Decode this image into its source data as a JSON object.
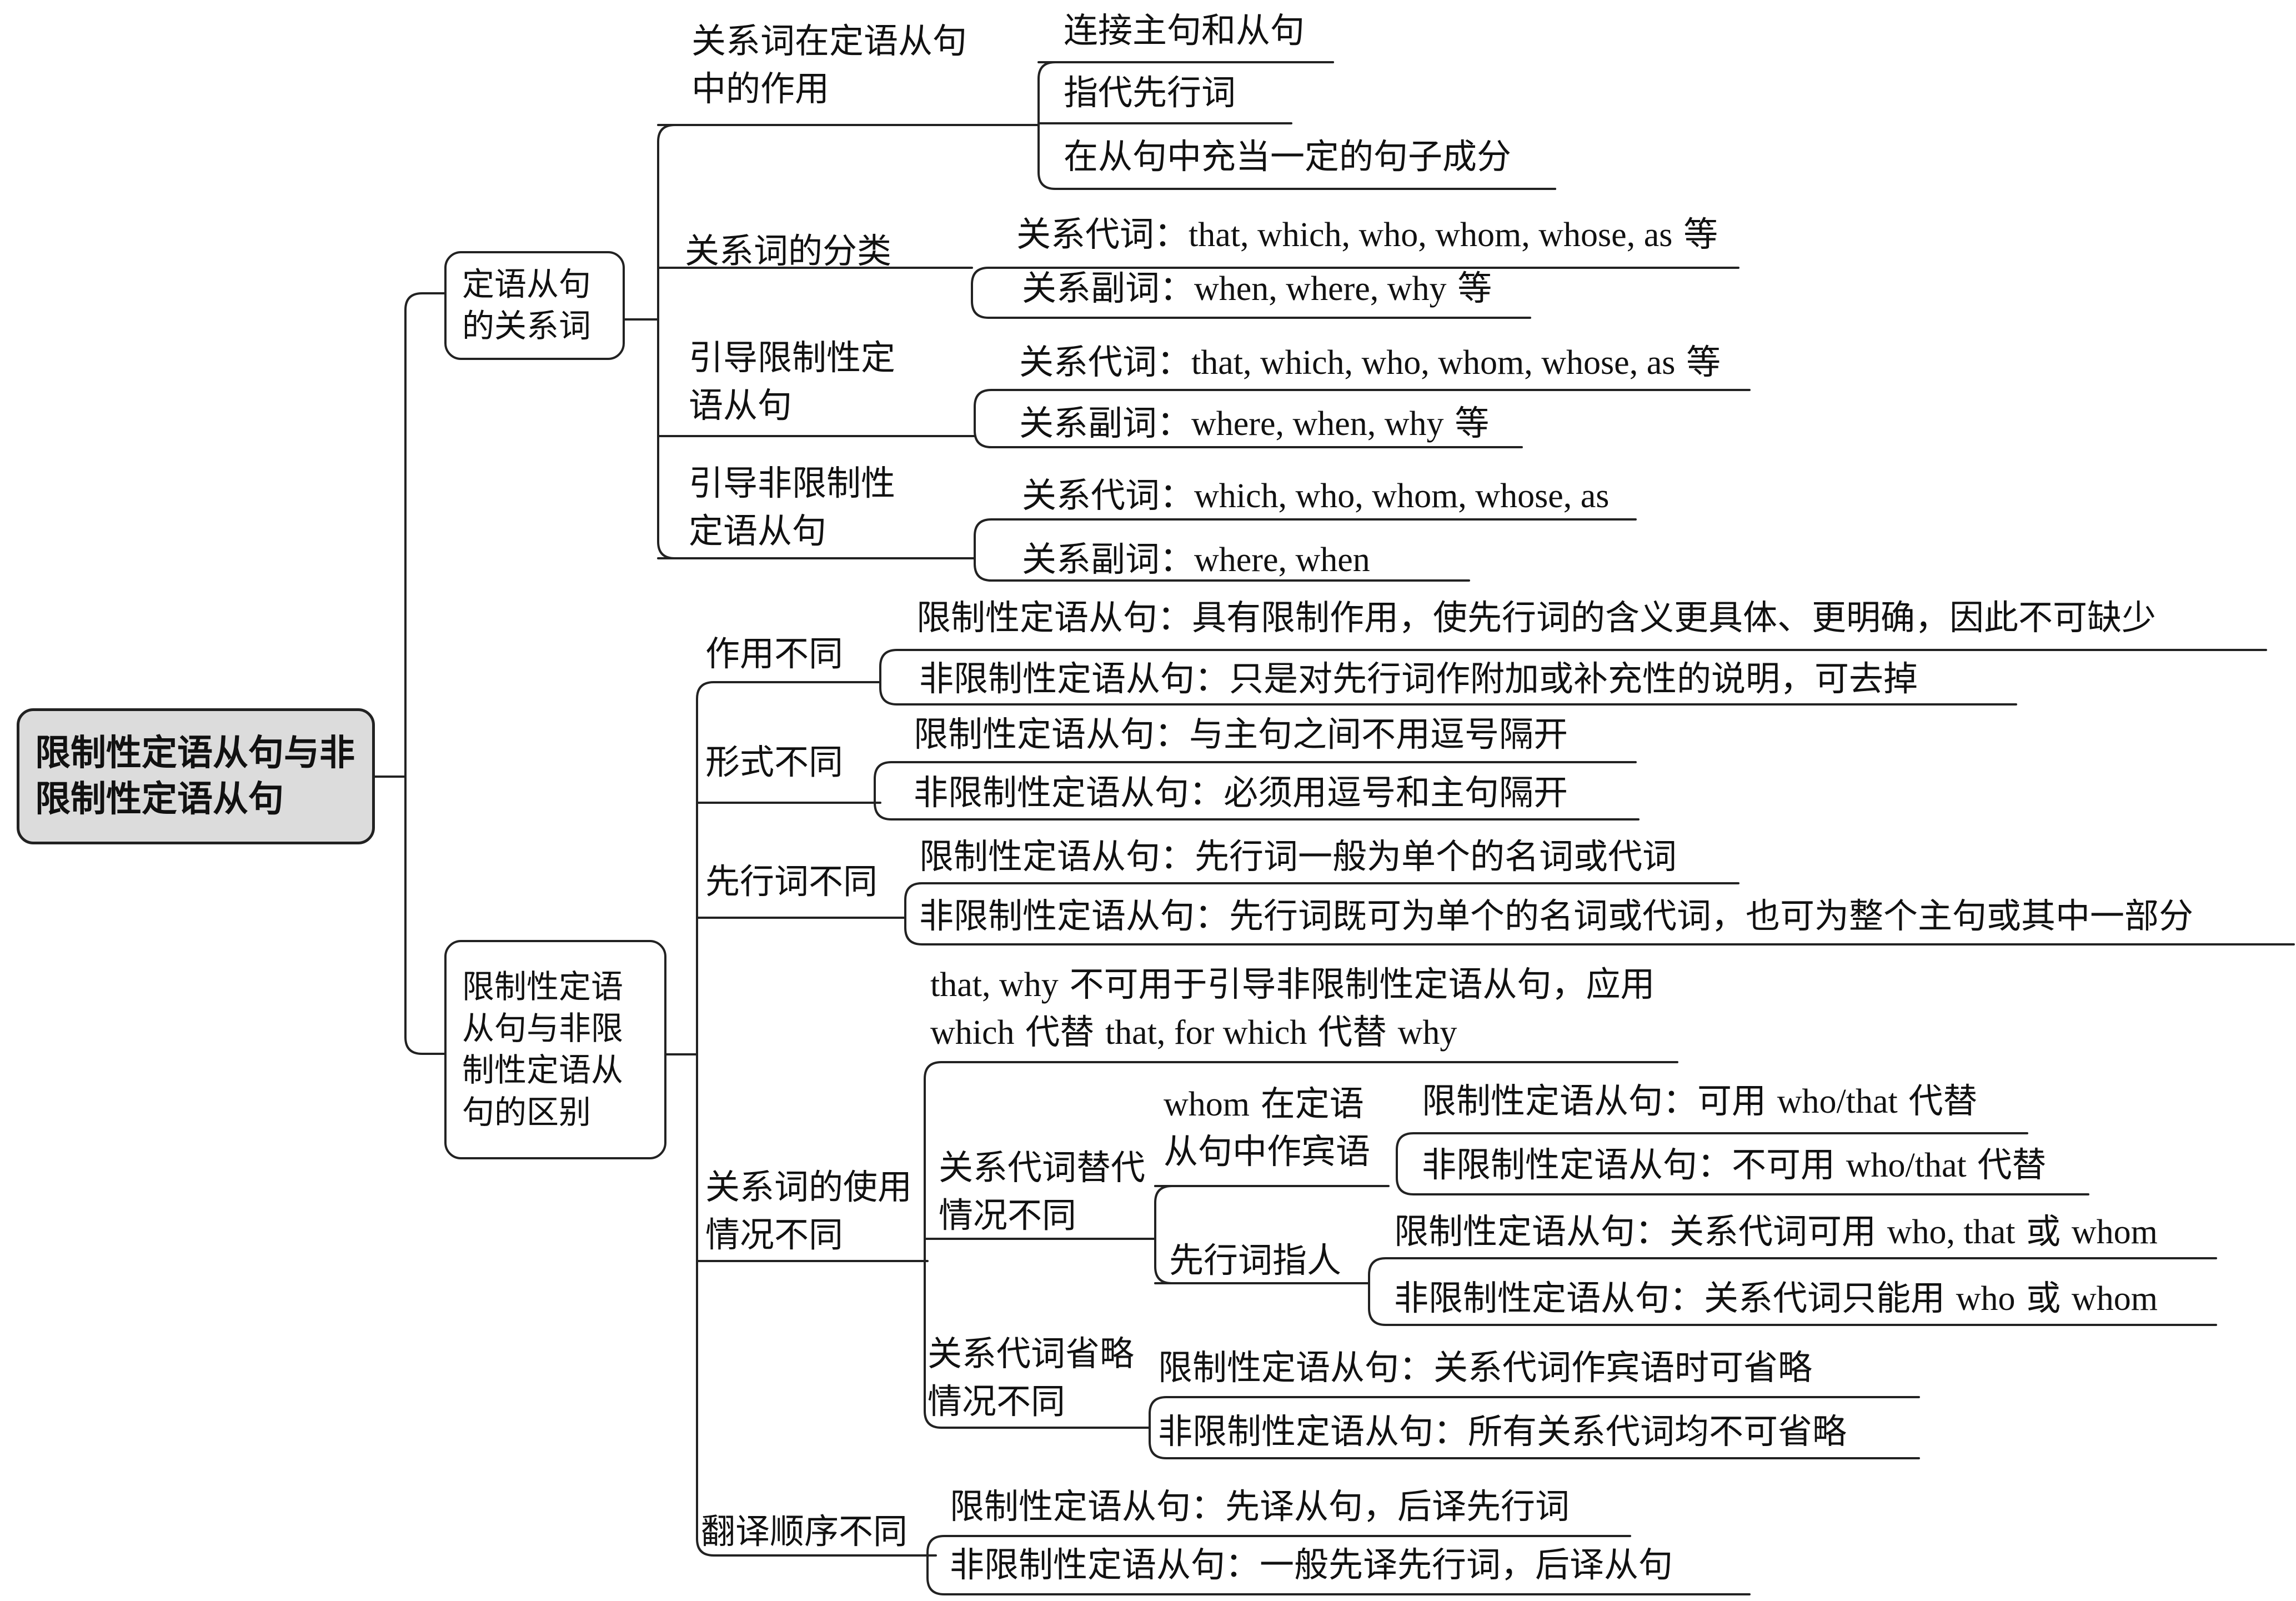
{
  "root": {
    "label": "限制性定语从句与非限制性定语从句"
  },
  "n1": {
    "label": "定语从句的关系词",
    "c1": {
      "label": "关系词在定语从句中的作用",
      "leaves": [
        "连接主句和从句",
        "指代先行词",
        "在从句中充当一定的句子成分"
      ]
    },
    "c2": {
      "label": "关系词的分类",
      "leaves": [
        "关系代词：that, which, who, whom, whose, as 等",
        "关系副词：when, where, why 等"
      ]
    },
    "c3": {
      "label": "引导限制性定语从句",
      "leaves": [
        "关系代词：that, which, who, whom, whose, as 等",
        "关系副词：where, when, why 等"
      ]
    },
    "c4": {
      "label": "引导非限制性定语从句",
      "leaves": [
        "关系代词：which, who, whom, whose, as",
        "关系副词：where, when"
      ]
    }
  },
  "n2": {
    "label": "限制性定语从句与非限制性定语从句的区别",
    "d1": {
      "label": "作用不同",
      "leaves": [
        "限制性定语从句：具有限制作用，使先行词的含义更具体、更明确，因此不可缺少",
        "非限制性定语从句：只是对先行词作附加或补充性的说明，可去掉"
      ]
    },
    "d2": {
      "label": "形式不同",
      "leaves": [
        "限制性定语从句：与主句之间不用逗号隔开",
        "非限制性定语从句：必须用逗号和主句隔开"
      ]
    },
    "d3": {
      "label": "先行词不同",
      "leaves": [
        "限制性定语从句：先行词一般为单个的名词或代词",
        "非限制性定语从句：先行词既可为单个的名词或代词，也可为整个主句或其中一部分"
      ]
    },
    "d4": {
      "label": "关系词的使用情况不同",
      "note": "that, why 不可用于引导非限制性定语从句，应用 which 代替 that, for which 代替 why",
      "r1": {
        "label": "关系代词替代情况不同",
        "w1": {
          "label": "whom 在定语从句中作宾语",
          "leaves": [
            "限制性定语从句：可用 who/that 代替",
            "非限制性定语从句：不可用 who/that 代替"
          ]
        },
        "w2": {
          "label": "先行词指人",
          "leaves": [
            "限制性定语从句：关系代词可用 who, that 或 whom",
            "非限制性定语从句：关系代词只能用 who 或 whom"
          ]
        }
      },
      "r2": {
        "label": "关系代词省略情况不同",
        "leaves": [
          "限制性定语从句：关系代词作宾语时可省略",
          "非限制性定语从句：所有关系代词均不可省略"
        ]
      }
    },
    "d5": {
      "label": "翻译顺序不同",
      "leaves": [
        "限制性定语从句：先译从句，后译先行词",
        "非限制性定语从句：一般先译先行词，后译从句"
      ]
    }
  }
}
